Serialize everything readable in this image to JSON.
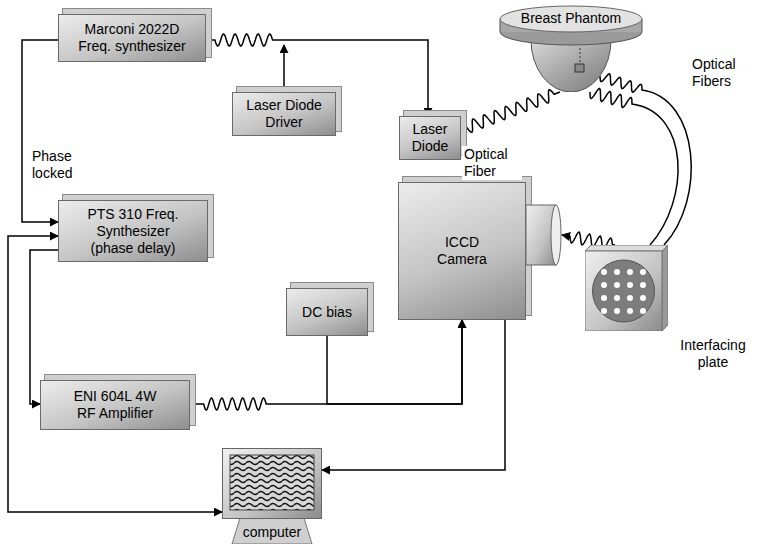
{
  "diagram": {
    "nodes": [
      {
        "text": [
          "Marconi 2022D Freq. synthesizer"
        ]
      },
      {
        "text": [
          "Breast Phantom"
        ]
      },
      {
        "text": [
          "Laser Diode Driver"
        ]
      },
      {
        "text": [
          "Laser Diode"
        ]
      },
      {
        "text": [
          "PTS 310 Freq. Synthesizer (phase delay)"
        ]
      },
      {
        "text": [
          "ICCD Camera"
        ]
      },
      {
        "text": [
          "Interfacing plate"
        ]
      },
      {
        "text": [
          "DC bias"
        ]
      },
      {
        "text": [
          "ENI 604L 4W RF Amplifier"
        ]
      },
      {
        "text": [
          "computer"
        ]
      }
    ],
    "edges": [
      {
        "from": 0,
        "to": 3,
        "arrow": "to"
      },
      {
        "from": 2,
        "to": 0,
        "arrow": "to"
      },
      {
        "from": 0,
        "to": 4,
        "arrow": "to",
        "label": "Phase locked"
      },
      {
        "from": 3,
        "to": 1,
        "arrow": "none",
        "label": "Optical Fiber"
      },
      {
        "from": 1,
        "to": 6,
        "arrow": "none",
        "label": "Optical Fibers"
      },
      {
        "from": 6,
        "to": 5,
        "arrow": "to"
      },
      {
        "from": 4,
        "to": 8,
        "arrow": "to"
      },
      {
        "from": 9,
        "to": 4,
        "arrow": "both"
      },
      {
        "from": 8,
        "to": 5,
        "arrow": "to"
      },
      {
        "from": 7,
        "to": 5,
        "arrow": "to"
      },
      {
        "from": 5,
        "to": 9,
        "arrow": "to"
      }
    ]
  }
}
